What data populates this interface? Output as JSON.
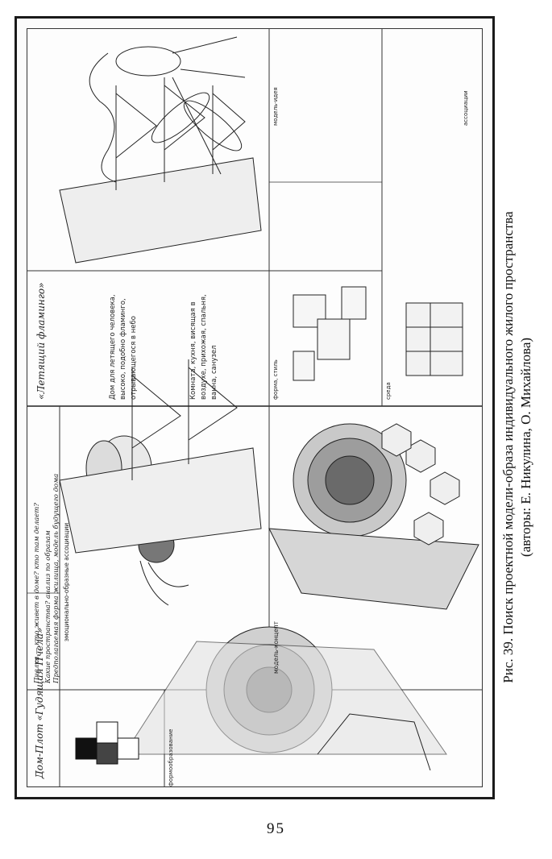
{
  "caption": {
    "line1": "Рис. 39. Поиск проектной модели-образа индивидуального жилого пространства",
    "line2": "(авторы: Е. Никулина, О. Михайлова)"
  },
  "page_number": "95",
  "board_left": {
    "title": "Дом-Плот «Гудящая Пчела»",
    "section_associations": "эмоционально-образные ассоциации",
    "section_model": "модель-концепт",
    "section_form": "формообразование",
    "notes_1": "Пчелка — кто живет в доме? кто там делает?",
    "notes_2": "Какие пространства? анализ по образам",
    "notes_3": "Предполагаемая форма жилища, модель будущего дома"
  },
  "board_right": {
    "title": "«Летящий фламинго»",
    "section_associations": "ассоциации",
    "section_model": "модель-идея",
    "section_form": "форма, стиль",
    "section_env": "среда",
    "notes_1": "Дом для летящего человека, высоко, подобно фламинго, отрывающегося в небо",
    "notes_2": "Комната, кухня, висящая в воздухе, прихожая, спальня, ванна, санузел"
  }
}
